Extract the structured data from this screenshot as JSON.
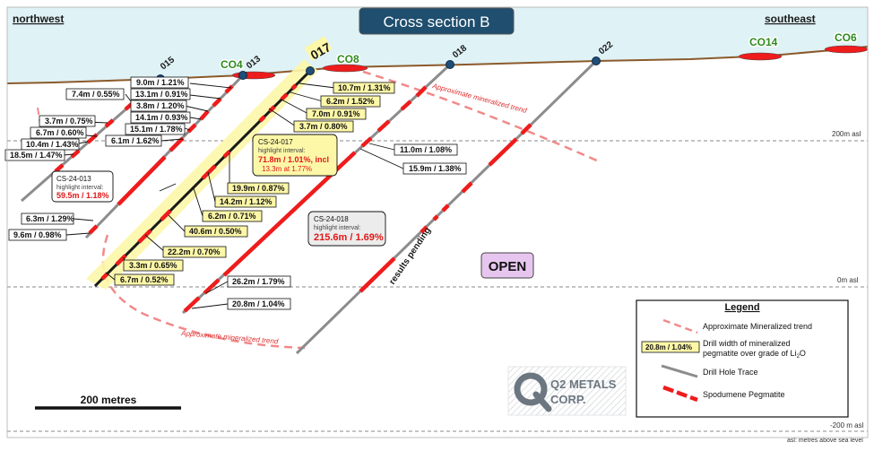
{
  "title": "Cross section B",
  "directions": {
    "left": "northwest",
    "right": "southeast"
  },
  "elevations": {
    "e200": "200m asl",
    "e0": "0m asl",
    "em200": "-200 m asl",
    "footnote": "asl: metres above sea level"
  },
  "outcrops": [
    "CO4",
    "CO8",
    "CO14",
    "CO6"
  ],
  "holes": [
    "015",
    "013",
    "017",
    "018",
    "022"
  ],
  "hole_017_label": "017",
  "trend_labels": {
    "upper": "Approximate mineralized trend",
    "lower": "Approximate mineralized trend"
  },
  "intervals": {
    "i1": "7.4m / 0.55%",
    "i2": "9.0m / 1.21%",
    "i3": "13.1m / 0.91%",
    "i4": "3.8m / 1.20%",
    "i5": "14.1m / 0.93%",
    "i6": "15.1m / 1.78%",
    "i7": "6.1m / 1.62%",
    "i8": "3.7m / 0.75%",
    "i9": "6.7m / 0.60%",
    "i10": "10.4m / 1.43%",
    "i11": "18.5m / 1.47%",
    "i12": "10.7m / 1.31%",
    "i13": "6.2m / 1.52%",
    "i14": "7.0m / 0.91%",
    "i15": "3.7m / 0.80%",
    "i16": "19.9m / 0.87%",
    "i17": "14.2m / 1.12%",
    "i18": "6.2m / 0.71%",
    "i19": "40.6m / 0.50%",
    "i20": "22.2m / 0.70%",
    "i21": "3.3m / 0.65%",
    "i22": "6.7m / 0.52%",
    "i23": "6.3m / 1.29%",
    "i24": "9.6m / 0.98%",
    "i25": "11.0m / 1.08%",
    "i26": "15.9m / 1.38%",
    "i27": "26.2m / 1.79%",
    "i28": "20.8m / 1.04%"
  },
  "callouts": {
    "cs013": {
      "hole": "CS-24-013",
      "sub": "highlight interval:",
      "value": "59.5m / 1.18%"
    },
    "cs017": {
      "hole": "CS-24-017",
      "sub": "highlight interval:",
      "value": "71.8m / 1.01%, incl",
      "incl": "13.3m at 1.77%"
    },
    "cs018": {
      "hole": "CS-24-018",
      "sub": "highlight interval:",
      "value": "215.6m / 1.69%"
    }
  },
  "pending_label": "results pending",
  "open_label": "OPEN",
  "scale_bar_label": "200 metres",
  "logo": {
    "line1": "Q2 METALS",
    "line2": "CORP."
  },
  "legend": {
    "title": "Legend",
    "trend": "Approximate Mineralized trend",
    "width_sample": "20.8m / 1.04%",
    "width_line1": "Drill width of mineralized",
    "width_line2": "pegmatite over grade of Li",
    "width_sub": "2",
    "width_tail": "O",
    "drill": "Drill Hole Trace",
    "spodumene": "Spodumene Pegmatite"
  },
  "colors": {
    "sky": "#dff2f6",
    "ground": "#8b5a2b",
    "pegmatite": "#ee1c1c",
    "trend": "#f08a8a",
    "highlight": "#fdf7a8",
    "title_bg": "#1f4e6e",
    "open_bg": "#e6c6ee",
    "hole_head": "#1f4e79",
    "outcrop_label": "#2e8b1e"
  }
}
